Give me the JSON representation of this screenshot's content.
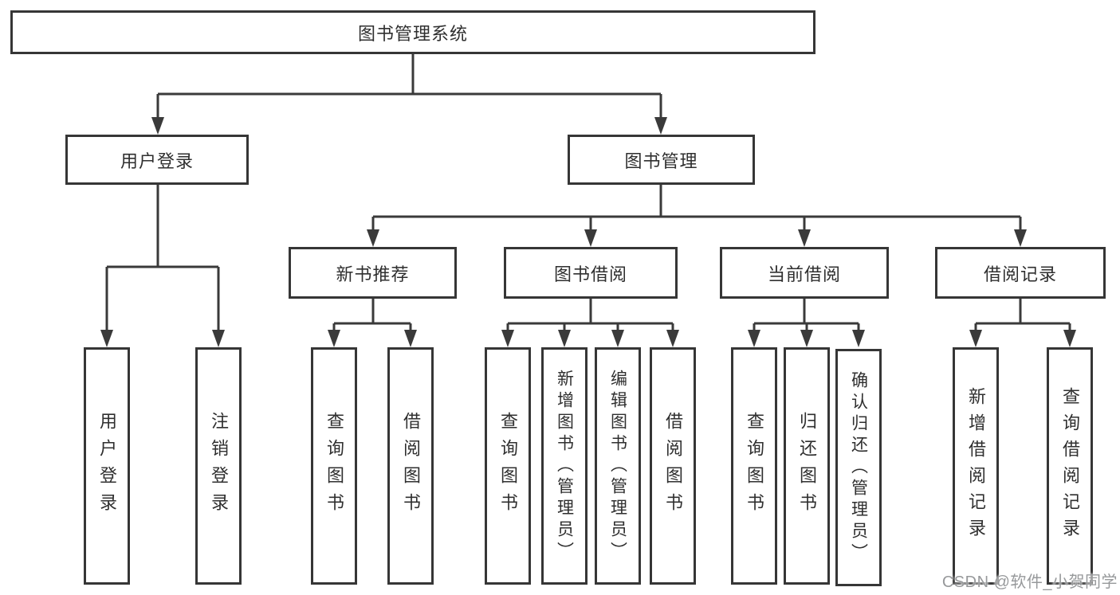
{
  "nodes": {
    "root": "图书管理系统",
    "login": "用户登录",
    "manage": "图书管理",
    "recommend": "新书推荐",
    "borrow": "图书借阅",
    "current": "当前借阅",
    "records": "借阅记录"
  },
  "leaves": {
    "login": [
      "用户登录",
      "注销登录"
    ],
    "recommend": [
      "查询图书",
      "借阅图书"
    ],
    "borrow": [
      "查询图书",
      "新增图书（管理员）",
      "编辑图书（管理员）",
      "借阅图书"
    ],
    "current": [
      "查询图书",
      "归还图书",
      "确认归还（管理员）"
    ],
    "records": [
      "新增借阅记录",
      "查询借阅记录"
    ]
  },
  "watermark": "CSDN @软件_小贺同学",
  "colors": {
    "line": "#3a3a3a",
    "box_border": "#363636",
    "text": "#2f2f2f",
    "watermark": "#97999b",
    "background": "#ffffff"
  }
}
